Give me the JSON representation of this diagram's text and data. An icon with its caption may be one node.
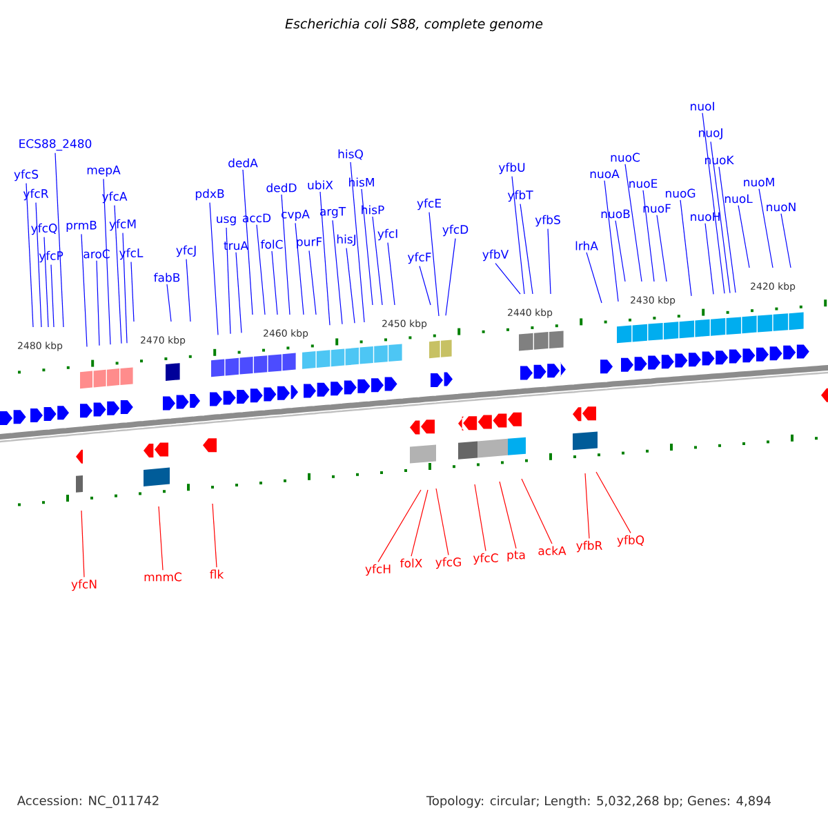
{
  "diagram": {
    "title": "Escherichia coli S88, complete genome",
    "nodes": [
      {
        "text": [
          "yfcS"
        ]
      },
      {
        "text": [
          "yfcR"
        ]
      },
      {
        "text": [
          "yfcQ"
        ]
      },
      {
        "text": [
          "yfcP"
        ]
      },
      {
        "text": [
          "ECS88_2480"
        ]
      },
      {
        "text": [
          "prmB"
        ]
      },
      {
        "text": [
          "aroC"
        ]
      },
      {
        "text": [
          "mepA"
        ]
      },
      {
        "text": [
          "yfcA"
        ]
      },
      {
        "text": [
          "yfcM"
        ]
      },
      {
        "text": [
          "yfcL"
        ]
      },
      {
        "text": [
          "fabB"
        ]
      },
      {
        "text": [
          "yfcJ"
        ]
      },
      {
        "text": [
          "pdxB"
        ]
      },
      {
        "text": [
          "usg"
        ]
      },
      {
        "text": [
          "truA"
        ]
      },
      {
        "text": [
          "dedA"
        ]
      },
      {
        "text": [
          "accD"
        ]
      },
      {
        "text": [
          "folC"
        ]
      },
      {
        "text": [
          "dedD"
        ]
      },
      {
        "text": [
          "cvpA"
        ]
      },
      {
        "text": [
          "purF"
        ]
      },
      {
        "text": [
          "ubiX"
        ]
      },
      {
        "text": [
          "argT"
        ]
      },
      {
        "text": [
          "hisJ"
        ]
      },
      {
        "text": [
          "hisQ"
        ]
      },
      {
        "text": [
          "hisM"
        ]
      },
      {
        "text": [
          "hisP"
        ]
      },
      {
        "text": [
          "yfcI"
        ]
      },
      {
        "text": [
          "yfcF"
        ]
      },
      {
        "text": [
          "yfcE"
        ]
      },
      {
        "text": [
          "yfcD"
        ]
      },
      {
        "text": [
          "yfbV"
        ]
      },
      {
        "text": [
          "yfbU"
        ]
      },
      {
        "text": [
          "yfbT"
        ]
      },
      {
        "text": [
          "yfbS"
        ]
      },
      {
        "text": [
          "lrhA"
        ]
      },
      {
        "text": [
          "nuoA"
        ]
      },
      {
        "text": [
          "nuoB"
        ]
      },
      {
        "text": [
          "nuoC"
        ]
      },
      {
        "text": [
          "nuoE"
        ]
      },
      {
        "text": [
          "nuoF"
        ]
      },
      {
        "text": [
          "nuoG"
        ]
      },
      {
        "text": [
          "nuoH"
        ]
      },
      {
        "text": [
          "nuoI"
        ]
      },
      {
        "text": [
          "nuoJ"
        ]
      },
      {
        "text": [
          "nuoK"
        ]
      },
      {
        "text": [
          "nuoL"
        ]
      },
      {
        "text": [
          "nuoM"
        ]
      },
      {
        "text": [
          "nuoN"
        ]
      },
      {
        "text": [
          "yfcN"
        ]
      },
      {
        "text": [
          "mnmC"
        ]
      },
      {
        "text": [
          "flk"
        ]
      },
      {
        "text": [
          "yfcH"
        ]
      },
      {
        "text": [
          "folX"
        ]
      },
      {
        "text": [
          "yfcG"
        ]
      },
      {
        "text": [
          "yfcC"
        ]
      },
      {
        "text": [
          "pta"
        ]
      },
      {
        "text": [
          "ackA"
        ]
      },
      {
        "text": [
          "yfbR"
        ]
      },
      {
        "text": [
          "yfbQ"
        ]
      }
    ],
    "edges": [
      {
        "from": 0,
        "to": null,
        "arrow": "none"
      },
      {
        "from": 1,
        "to": null,
        "arrow": "none"
      },
      {
        "from": 2,
        "to": null,
        "arrow": "none"
      },
      {
        "from": 3,
        "to": null,
        "arrow": "none"
      },
      {
        "from": 4,
        "to": null,
        "arrow": "none"
      },
      {
        "from": 5,
        "to": null,
        "arrow": "none"
      },
      {
        "from": 6,
        "to": null,
        "arrow": "none"
      },
      {
        "from": 7,
        "to": null,
        "arrow": "none"
      },
      {
        "from": 8,
        "to": null,
        "arrow": "none"
      },
      {
        "from": 9,
        "to": null,
        "arrow": "none"
      },
      {
        "from": 10,
        "to": null,
        "arrow": "none"
      },
      {
        "from": 11,
        "to": null,
        "arrow": "none"
      },
      {
        "from": 12,
        "to": null,
        "arrow": "none"
      },
      {
        "from": 13,
        "to": null,
        "arrow": "none"
      },
      {
        "from": 14,
        "to": null,
        "arrow": "none"
      },
      {
        "from": 15,
        "to": null,
        "arrow": "none"
      },
      {
        "from": 16,
        "to": null,
        "arrow": "none"
      },
      {
        "from": 17,
        "to": null,
        "arrow": "none"
      },
      {
        "from": 18,
        "to": null,
        "arrow": "none"
      },
      {
        "from": 19,
        "to": null,
        "arrow": "none"
      },
      {
        "from": 20,
        "to": null,
        "arrow": "none"
      },
      {
        "from": 21,
        "to": null,
        "arrow": "none"
      },
      {
        "from": 22,
        "to": null,
        "arrow": "none"
      },
      {
        "from": 23,
        "to": null,
        "arrow": "none"
      },
      {
        "from": 24,
        "to": null,
        "arrow": "none"
      },
      {
        "from": 25,
        "to": null,
        "arrow": "none"
      },
      {
        "from": 26,
        "to": null,
        "arrow": "none"
      },
      {
        "from": 27,
        "to": null,
        "arrow": "none"
      },
      {
        "from": 28,
        "to": null,
        "arrow": "none"
      },
      {
        "from": 29,
        "to": null,
        "arrow": "none"
      },
      {
        "from": 30,
        "to": null,
        "arrow": "none"
      },
      {
        "from": 31,
        "to": null,
        "arrow": "none"
      },
      {
        "from": 32,
        "to": null,
        "arrow": "none"
      },
      {
        "from": 33,
        "to": null,
        "arrow": "none"
      },
      {
        "from": 34,
        "to": null,
        "arrow": "none"
      },
      {
        "from": 35,
        "to": null,
        "arrow": "none"
      },
      {
        "from": 36,
        "to": null,
        "arrow": "none"
      },
      {
        "from": 37,
        "to": null,
        "arrow": "none"
      },
      {
        "from": 38,
        "to": null,
        "arrow": "none"
      },
      {
        "from": 39,
        "to": null,
        "arrow": "none"
      },
      {
        "from": 40,
        "to": null,
        "arrow": "none"
      },
      {
        "from": 41,
        "to": null,
        "arrow": "none"
      },
      {
        "from": 42,
        "to": null,
        "arrow": "none"
      },
      {
        "from": 43,
        "to": null,
        "arrow": "none"
      },
      {
        "from": 44,
        "to": null,
        "arrow": "none"
      },
      {
        "from": 45,
        "to": null,
        "arrow": "none"
      },
      {
        "from": 46,
        "to": null,
        "arrow": "none"
      },
      {
        "from": 47,
        "to": null,
        "arrow": "none"
      },
      {
        "from": 48,
        "to": null,
        "arrow": "none"
      },
      {
        "from": 49,
        "to": null,
        "arrow": "none"
      },
      {
        "from": 50,
        "to": null,
        "arrow": "none",
        "color": "#ff0000"
      },
      {
        "from": 51,
        "to": null,
        "arrow": "none",
        "color": "#ff0000"
      },
      {
        "from": 52,
        "to": null,
        "arrow": "none",
        "color": "#ff0000"
      },
      {
        "from": 53,
        "to": null,
        "arrow": "none",
        "color": "#ff0000"
      },
      {
        "from": 54,
        "to": null,
        "arrow": "none",
        "color": "#ff0000"
      },
      {
        "from": 55,
        "to": null,
        "arrow": "none",
        "color": "#ff0000"
      },
      {
        "from": 56,
        "to": null,
        "arrow": "none",
        "color": "#ff0000"
      },
      {
        "from": 57,
        "to": null,
        "arrow": "none",
        "color": "#ff0000"
      },
      {
        "from": 58,
        "to": null,
        "arrow": "none",
        "color": "#ff0000"
      },
      {
        "from": 59,
        "to": null,
        "arrow": "none",
        "color": "#ff0000"
      },
      {
        "from": 60,
        "to": null,
        "arrow": "none",
        "color": "#ff0000"
      }
    ],
    "labels": [
      "2480 kbp",
      "2470 kbp",
      "2460 kbp",
      "2450 kbp",
      "2440 kbp",
      "2430 kbp",
      "2420 kbp",
      "Accession: NC_011742",
      "Topology: circular; Length: 5,032,268 bp; Genes: 4,894"
    ]
  }
}
